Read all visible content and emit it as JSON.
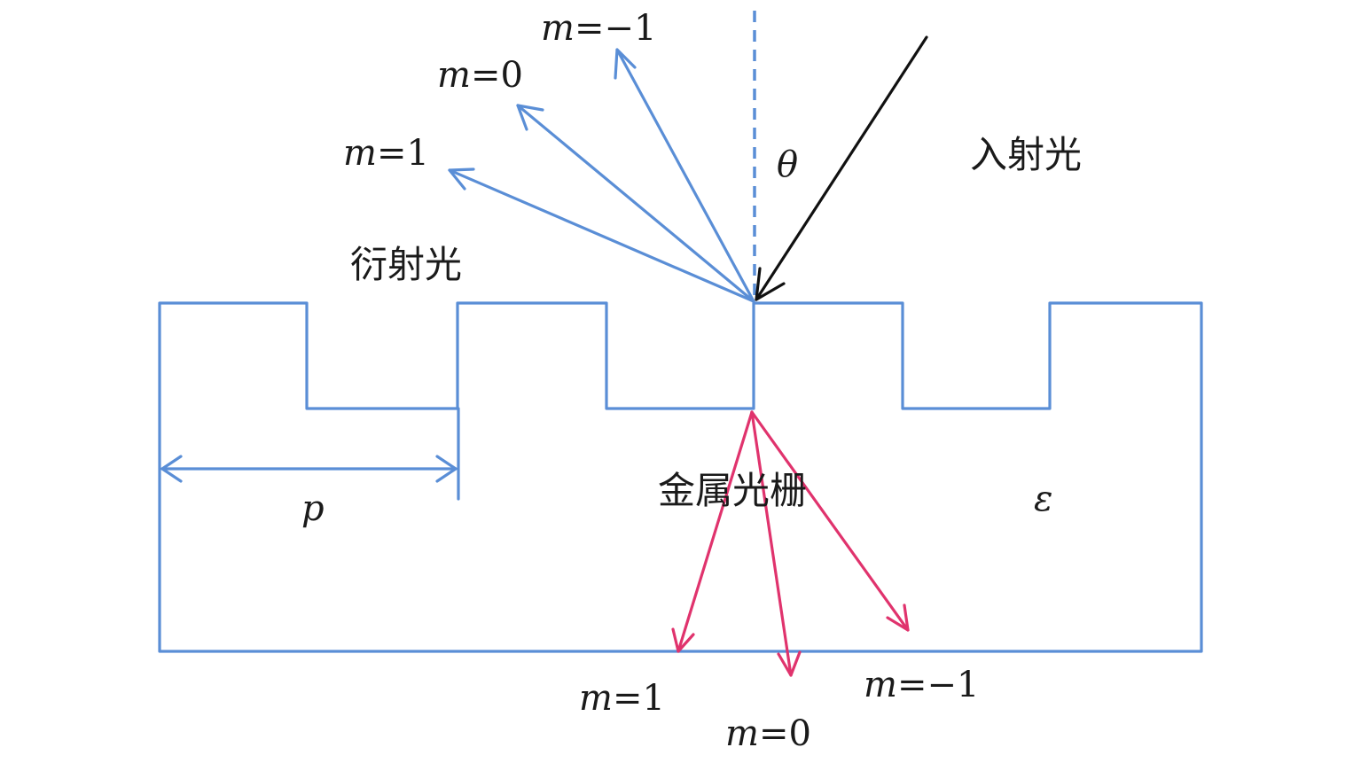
{
  "labels": {
    "incident_light": "入射光",
    "diffracted_light": "衍射光",
    "metal_grating": "金属光栅",
    "theta": "θ",
    "period": "p",
    "epsilon": "ε",
    "m_var": "m",
    "reflected_orders": {
      "minus_one": "=−1",
      "zero": "=0",
      "plus_one": "=1"
    },
    "transmitted_orders": {
      "plus_one": "=1",
      "zero": "=0",
      "minus_one": "=−1"
    }
  },
  "colors": {
    "grating_and_reflected": "#5a8ed6",
    "transmitted": "#e0336d",
    "incident": "#111111",
    "text": "#1a1a1a"
  }
}
